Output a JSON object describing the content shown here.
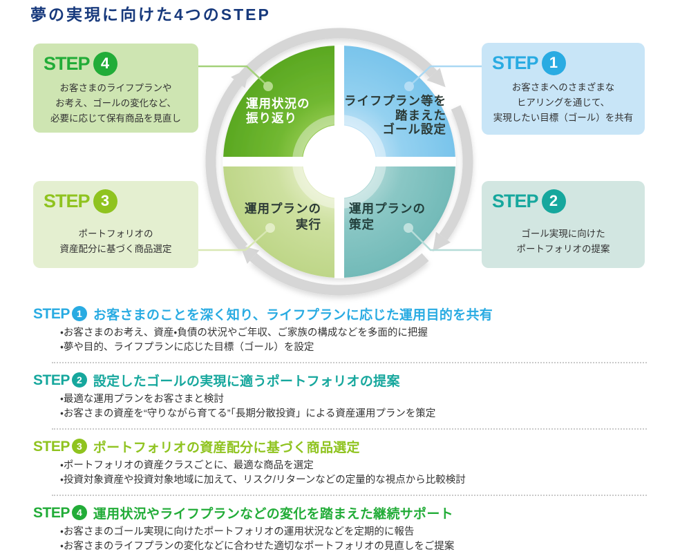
{
  "title": "夢の実現に向けた4つのSTEP",
  "colors": {
    "title": "#17397c",
    "step1": "#29abe2",
    "step2": "#16a79d",
    "step3": "#8fc31f",
    "step4": "#22ac38",
    "box1_bg": "#c8e5f7",
    "box2_bg": "#d2e6e1",
    "box3_bg": "#e4efd0",
    "box4_bg": "#cee5b2",
    "arrow_gray": "#d6d6d6"
  },
  "cycle": {
    "quadrants": {
      "top_left": {
        "lines": [
          "運用状況の",
          "振り返り"
        ]
      },
      "top_right": {
        "lines": [
          "ライフプラン等を",
          "踏まえた",
          "ゴール設定"
        ]
      },
      "bottom_left": {
        "lines": [
          "運用プランの",
          "実行"
        ]
      },
      "bottom_right": {
        "lines": [
          "運用プランの",
          "策定"
        ]
      }
    }
  },
  "boxes": {
    "step1": {
      "step_word": "STEP",
      "number": "1",
      "lines": [
        "お客さまへのさまざまな",
        "ヒアリングを通じて、",
        "実現したい目標（ゴール）を共有"
      ]
    },
    "step2": {
      "step_word": "STEP",
      "number": "2",
      "lines": [
        "ゴール実現に向けた",
        "ポートフォリオの提案"
      ]
    },
    "step3": {
      "step_word": "STEP",
      "number": "3",
      "lines": [
        "ポートフォリオの",
        "資産配分に基づく商品選定"
      ]
    },
    "step4": {
      "step_word": "STEP",
      "number": "4",
      "lines": [
        "お客さまのライフプランや",
        "お考え、ゴールの変化など、",
        "必要に応じて保有商品を見直し"
      ]
    }
  },
  "sections": [
    {
      "step_word": "STEP",
      "number": "1",
      "title": "お客さまのことを深く知り、ライフプランに応じた運用目的を共有",
      "bullets": [
        "・お客さまのお考え、資産・負債の状況やご年収、ご家族の構成などを多面的に把握",
        "・夢や目的、ライフプランに応じた目標（ゴール）を設定"
      ]
    },
    {
      "step_word": "STEP",
      "number": "2",
      "title": "設定したゴールの実現に適うポートフォリオの提案",
      "bullets": [
        "・最適な運用プランをお客さまと検討",
        "・お客さまの資産を“守りながら育てる”「長期分散投資」による資産運用プランを策定"
      ]
    },
    {
      "step_word": "STEP",
      "number": "3",
      "title": "ポートフォリオの資産配分に基づく商品選定",
      "bullets": [
        "・ポートフォリオの資産クラスごとに、最適な商品を選定",
        "・投資対象資産や投資対象地域に加えて、リスク/リターンなどの定量的な視点から比較検討"
      ]
    },
    {
      "step_word": "STEP",
      "number": "4",
      "title": "運用状況やライフプランなどの変化を踏まえた継続サポート",
      "bullets": [
        "・お客さまのゴール実現に向けたポートフォリオの運用状況などを定期的に報告",
        "・お客さまのライフプランの変化などに合わせた適切なポートフォリオの見直しをご提案"
      ]
    }
  ]
}
